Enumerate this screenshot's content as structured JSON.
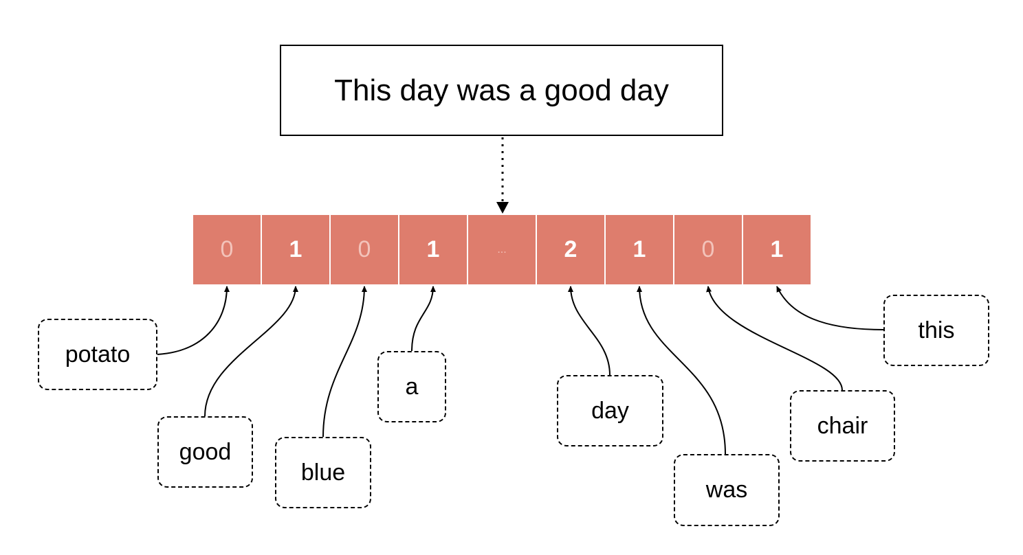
{
  "sentence": "This day was a good day",
  "vector": [
    {
      "value": "0",
      "kind": "zero"
    },
    {
      "value": "1",
      "kind": "count"
    },
    {
      "value": "0",
      "kind": "zero"
    },
    {
      "value": "1",
      "kind": "count"
    },
    {
      "value": "...",
      "kind": "ellipsis"
    },
    {
      "value": "2",
      "kind": "count"
    },
    {
      "value": "1",
      "kind": "count"
    },
    {
      "value": "0",
      "kind": "zero"
    },
    {
      "value": "1",
      "kind": "count"
    }
  ],
  "words": [
    "potato",
    "good",
    "blue",
    "a",
    "day",
    "was",
    "chair",
    "this"
  ],
  "colors": {
    "cell": "#de7d6d",
    "cell_text": "#ffffff",
    "cell_faint_text": "#f3c3ba",
    "stroke": "#000000"
  }
}
